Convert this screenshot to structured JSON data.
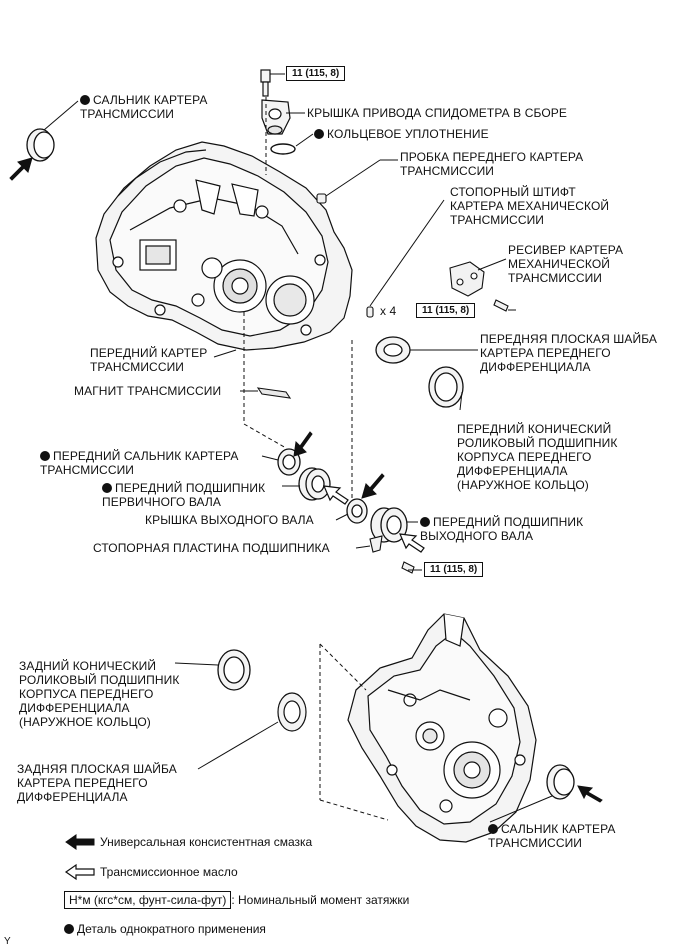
{
  "labels": {
    "oil_seal_top": "САЛЬНИК КАРТЕРА\nТРАНСМИССИИ",
    "speedometer_cover": "КРЫШКА ПРИВОДА СПИДОМЕТРА В СБОРЕ",
    "o_ring": "КОЛЬЦЕВОЕ УПЛОТНЕНИЕ",
    "front_case_plug": "ПРОБКА ПЕРЕДНЕГО КАРТЕРА\nТРАНСМИССИИ",
    "straight_pin": "СТОПОРНЫЙ ШТИФТ\nКАРТЕРА МЕХАНИЧЕСКОЙ\nТРАНСМИССИИ",
    "pin_count": "x 4",
    "case_receiver": "РЕСИВЕР КАРТЕРА\nМЕХАНИЧЕСКОЙ\nТРАНСМИССИИ",
    "front_case": "ПЕРЕДНИЙ КАРТЕР\nТРАНСМИССИИ",
    "front_plate_washer": "ПЕРЕДНЯЯ ПЛОСКАЯ ШАЙБА\nКАРТЕРА ПЕРЕДНЕГО\nДИФФЕРЕНЦИАЛА",
    "magnet": "МАГНИТ ТРАНСМИССИИ",
    "front_taper_bearing": "ПЕРЕДНИЙ КОНИЧЕСКИЙ\nРОЛИКОВЫЙ ПОДШИПНИК\nКОРПУСА ПЕРЕДНЕГО\nДИФФЕРЕНЦИАЛА\n(НАРУЖНОЕ КОЛЬЦО)",
    "front_oil_seal": "ПЕРЕДНИЙ САЛЬНИК КАРТЕРА\nТРАНСМИССИИ",
    "input_bearing": "ПЕРЕДНИЙ ПОДШИПНИК\nПЕРВИЧНОГО ВАЛА",
    "output_shaft_cover": "КРЫШКА ВЫХОДНОГО ВАЛА",
    "output_bearing": "ПЕРЕДНИЙ ПОДШИПНИК\nВЫХОДНОГО ВАЛА",
    "bearing_lock_plate": "СТОПОРНАЯ ПЛАСТИНА ПОДШИПНИКА",
    "rear_taper_bearing": "ЗАДНИЙ КОНИЧЕСКИЙ\nРОЛИКОВЫЙ ПОДШИПНИК\nКОРПУСА ПЕРЕДНЕГО\nДИФФЕРЕНЦИАЛА\n(НАРУЖНОЕ КОЛЬЦО)",
    "rear_plate_washer": "ЗАДНЯЯ ПЛОСКАЯ ШАЙБА\nКАРТЕРА ПЕРЕДНЕГО\nДИФФЕРЕНЦИАЛА",
    "oil_seal_bottom": "САЛЬНИК КАРТЕРА\nТРАНСМИССИИ"
  },
  "torque": {
    "speedometer_bolt": "11 (115, 8)",
    "receiver_bolt": "11 (115, 8)",
    "lock_plate_bolt": "11 (115, 8)"
  },
  "legend": {
    "grease": "Универсальная консистентная смазка",
    "gear_oil": "Трансмиссионное масло",
    "torque_box": "Н*м (кгс*см, фунт-сила-фут)",
    "torque_desc": ": Номинальный момент затяжки",
    "non_reusable": "Деталь однократного применения"
  },
  "corner_mark": "Y",
  "colors": {
    "ink": "#111111",
    "paper": "#ffffff",
    "part_fill": "#f2f2f2",
    "shade": "#9a9a9a"
  }
}
